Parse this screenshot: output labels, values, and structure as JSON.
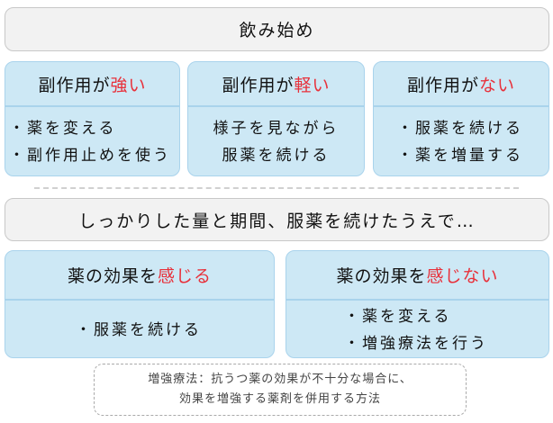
{
  "start": "飲み始め",
  "side_effects": [
    {
      "prefix": "副作用が",
      "accent": "強い",
      "items": [
        "・薬を変える",
        "・副作用止めを使う"
      ],
      "align": "left"
    },
    {
      "prefix": "副作用が",
      "accent": "軽い",
      "items": [
        "様子を見ながら",
        "服薬を続ける"
      ],
      "align": "center"
    },
    {
      "prefix": "副作用が",
      "accent": "ない",
      "items": [
        "・服薬を続ける",
        "・薬を増量する"
      ],
      "align": "center"
    }
  ],
  "middle": "しっかりした量と期間、服薬を続けたうえで…",
  "effects": [
    {
      "prefix": "薬の効果を",
      "accent": "感じる",
      "items": [
        "・服薬を続ける"
      ]
    },
    {
      "prefix": "薬の効果を",
      "accent": "感じない",
      "items": [
        "・薬を変える",
        "・増強療法を行う"
      ]
    }
  ],
  "note": [
    "増強療法：抗うつ薬の効果が不十分な場合に、",
    "効果を増強する薬剤を併用する方法"
  ],
  "colors": {
    "accent": "#e8303a",
    "card": "#cde8f5",
    "bar": "#f2f2f2"
  }
}
